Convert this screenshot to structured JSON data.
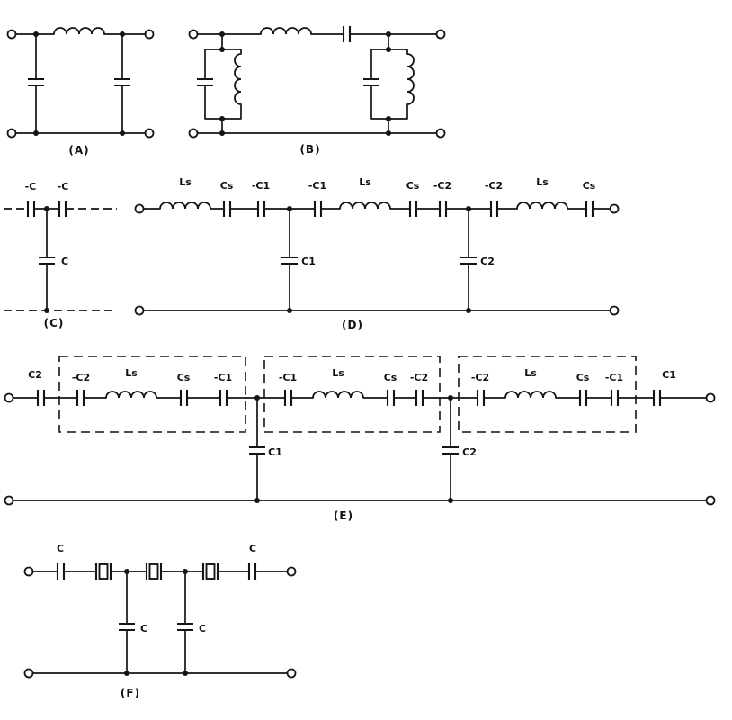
{
  "circuits": {
    "a": {
      "caption": "(A)"
    },
    "b": {
      "caption": "(B)"
    },
    "c": {
      "caption": "(C)",
      "series_cap1": "-C",
      "series_cap2": "-C",
      "shunt_cap": "C"
    },
    "d": {
      "caption": "(D)",
      "series_labels": [
        "Ls",
        "Cs",
        "-C1",
        "-C1",
        "Ls",
        "Cs",
        "-C2",
        "-C2",
        "Ls",
        "Cs"
      ],
      "shunt_cap1": "C1",
      "shunt_cap2": "C2"
    },
    "e": {
      "caption": "(E)",
      "input_cap": "C2",
      "output_cap": "C1",
      "section1_labels": [
        "-C2",
        "Ls",
        "Cs",
        "-C1"
      ],
      "section2_labels": [
        "-C1",
        "Ls",
        "Cs",
        "-C2"
      ],
      "section3_labels": [
        "-C2",
        "Ls",
        "Cs",
        "-C1"
      ],
      "shunt_cap1": "C1",
      "shunt_cap2": "C2"
    },
    "f": {
      "caption": "(F)",
      "input_cap": "C",
      "output_cap": "C",
      "shunt_cap1": "C",
      "shunt_cap2": "C"
    }
  }
}
